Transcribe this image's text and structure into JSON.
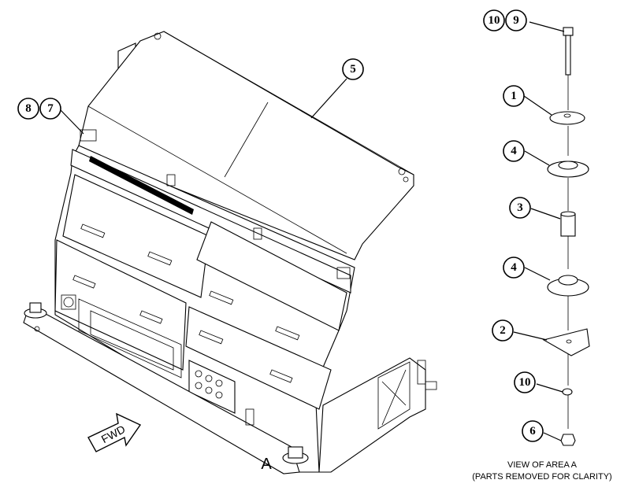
{
  "callouts": {
    "c10a": "10",
    "c9": "9",
    "c1": "1",
    "c4a": "4",
    "c3": "3",
    "c4b": "4",
    "c2": "2",
    "c10b": "10",
    "c6": "6",
    "c5": "5",
    "c8": "8",
    "c7": "7"
  },
  "labels": {
    "area": "A",
    "fwd": "FWD",
    "view_line1": "VIEW OF AREA A",
    "view_line2": "(PARTS REMOVED FOR CLARITY)"
  }
}
